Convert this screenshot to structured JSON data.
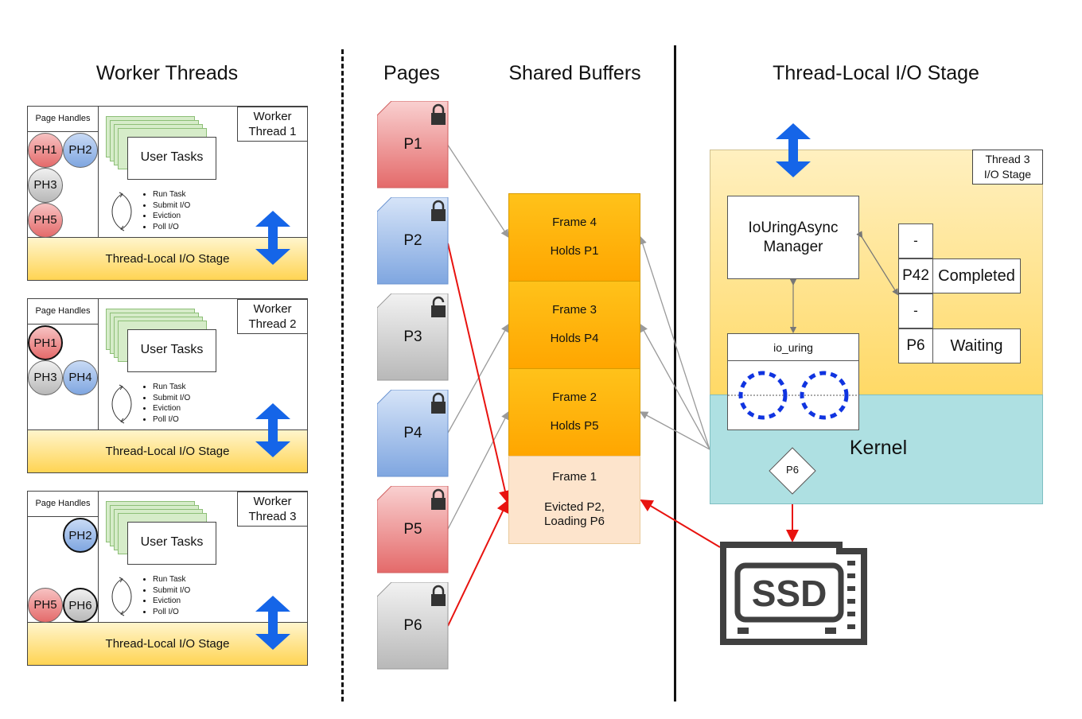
{
  "titles": {
    "worker_threads": "Worker Threads",
    "pages": "Pages",
    "shared_buffers": "Shared Buffers",
    "io_stage": "Thread-Local I/O Stage"
  },
  "workers": [
    {
      "page_handles_label": "Page Handles",
      "label": "Worker\nThread 1",
      "user_tasks": "User Tasks",
      "tasks": [
        "Run Task",
        "Submit I/O",
        "Eviction",
        "Poll I/O"
      ],
      "io_stage": "Thread-Local I/O Stage",
      "handles": [
        "PH1",
        "PH2",
        "PH3",
        "PH5"
      ]
    },
    {
      "page_handles_label": "Page Handles",
      "label": "Worker\nThread 2",
      "user_tasks": "User Tasks",
      "tasks": [
        "Run Task",
        "Submit I/O",
        "Eviction",
        "Poll I/O"
      ],
      "io_stage": "Thread-Local I/O Stage",
      "handles": [
        "PH1",
        "PH3",
        "PH4"
      ]
    },
    {
      "page_handles_label": "Page Handles",
      "label": "Worker\nThread 3",
      "user_tasks": "User Tasks",
      "tasks": [
        "Run Task",
        "Submit I/O",
        "Eviction",
        "Poll I/O"
      ],
      "io_stage": "Thread-Local I/O Stage",
      "handles": [
        "PH2",
        "PH5",
        "PH6"
      ]
    }
  ],
  "pages": [
    "P1",
    "P2",
    "P3",
    "P4",
    "P5",
    "P6"
  ],
  "page_colors": {
    "P1": "#e46a6a",
    "P2": "#7fa6e0",
    "P3": "#b8b8b8",
    "P4": "#7fa6e0",
    "P5": "#e46a6a",
    "P6": "#b8b8b8"
  },
  "frames": [
    {
      "name": "Frame 4",
      "status": "Holds P1"
    },
    {
      "name": "Frame 3",
      "status": "Holds P4"
    },
    {
      "name": "Frame 2",
      "status": "Holds P5"
    },
    {
      "name": "Frame 1",
      "status": "Evicted P2,\nLoading P6"
    }
  ],
  "io_panel": {
    "stage_label": "Thread 3\nI/O Stage",
    "manager": "IoUringAsync\nManager",
    "io_uring": "io_uring",
    "kernel": "Kernel",
    "request": "P6",
    "ssd": "SSD",
    "table": [
      {
        "page": "-",
        "status": ""
      },
      {
        "page": "P42",
        "status": "Completed"
      },
      {
        "page": "-",
        "status": ""
      },
      {
        "page": "P6",
        "status": "Waiting"
      }
    ]
  },
  "colors": {
    "red_arrow": "#e8130f",
    "blue_arrow": "#1565e8",
    "io_yellow": "#ffd453",
    "kernel_teal": "#aee0e2",
    "frame_orange": "#ffa600"
  },
  "icons": [
    "lock-icon",
    "double-arrow-icon",
    "cycle-icon",
    "ssd-icon"
  ]
}
